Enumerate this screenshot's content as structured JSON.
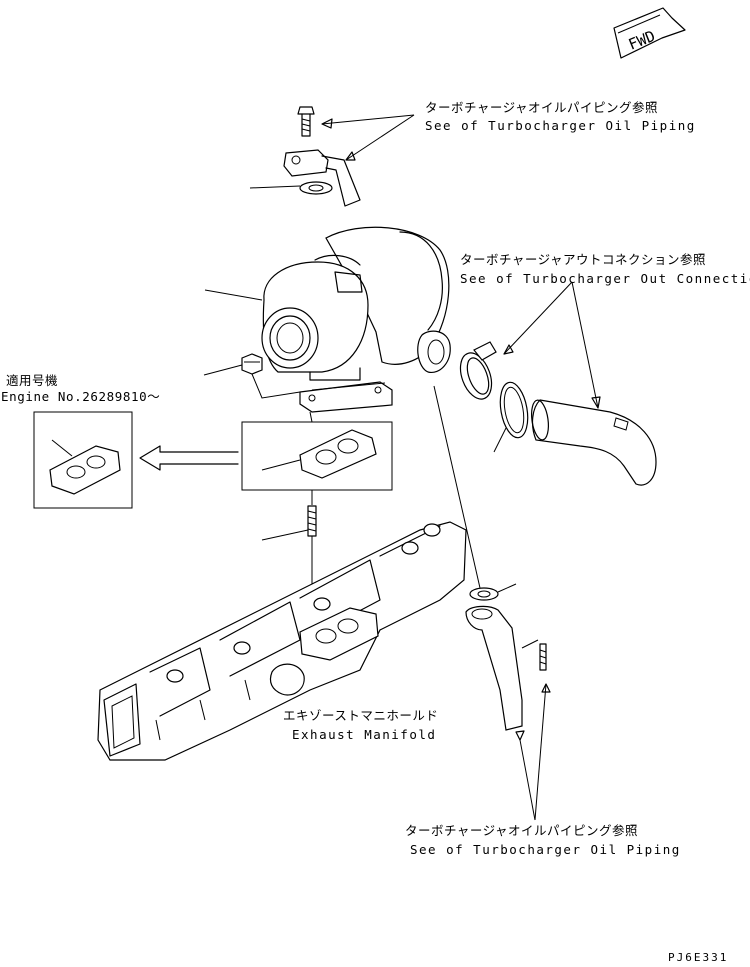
{
  "diagram": {
    "fwd_label": "FWD",
    "labels": {
      "oil_piping_top_jp": "ターボチャージャオイルパイピング参照",
      "oil_piping_top_en": "See of Turbocharger Oil Piping",
      "out_connection_jp": "ターボチャージャアウトコネクション参照",
      "out_connection_en": "See of Turbocharger Out Connection",
      "applicable_jp": "適用号機",
      "engine_no": "Engine No.26289810～",
      "manifold_jp": "エキゾーストマニホールド",
      "manifold_en": "Exhaust Manifold",
      "oil_piping_bottom_jp": "ターボチャージャオイルパイピング参照",
      "oil_piping_bottom_en": "See of Turbocharger Oil Piping",
      "figure_code": "PJ6E331"
    }
  }
}
